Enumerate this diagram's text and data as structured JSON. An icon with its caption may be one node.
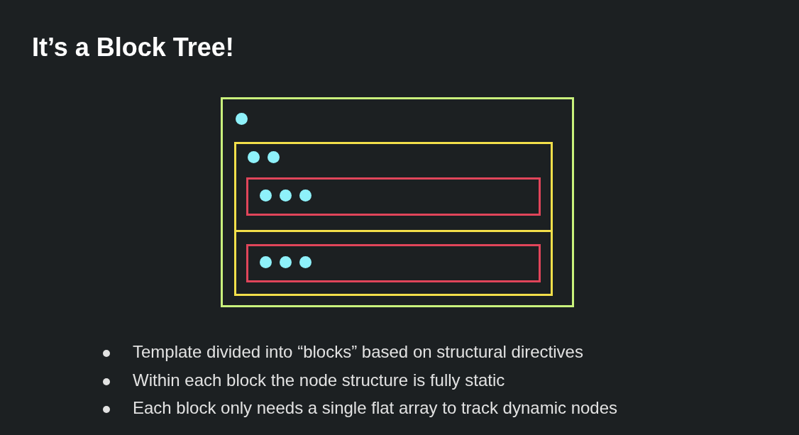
{
  "diagram": {
    "title": "It’s a Block Tree!",
    "nodes": [
      {
        "text": [],
        "shape": "box"
      },
      {
        "text": [],
        "shape": "circle",
        "in": 0
      },
      {
        "text": [],
        "shape": "box",
        "in": 0
      },
      {
        "text": [],
        "shape": "circle",
        "in": 2
      },
      {
        "text": [],
        "shape": "circle",
        "in": 2
      },
      {
        "text": [],
        "shape": "box",
        "in": 2
      },
      {
        "text": [],
        "shape": "circle",
        "in": 5
      },
      {
        "text": [],
        "shape": "circle",
        "in": 5
      },
      {
        "text": [],
        "shape": "circle",
        "in": 5
      },
      {
        "text": [],
        "shape": "box",
        "in": 0
      },
      {
        "text": [],
        "shape": "box",
        "in": 9
      },
      {
        "text": [],
        "shape": "circle",
        "in": 10
      },
      {
        "text": [],
        "shape": "circle",
        "in": 10
      },
      {
        "text": [],
        "shape": "circle",
        "in": 10
      }
    ],
    "edges": [],
    "labels": [
      "Template divided into “blocks” based on structural directives",
      "Within each block the node structure is fully static",
      "Each block only needs a single flat array to track dynamic nodes"
    ]
  }
}
